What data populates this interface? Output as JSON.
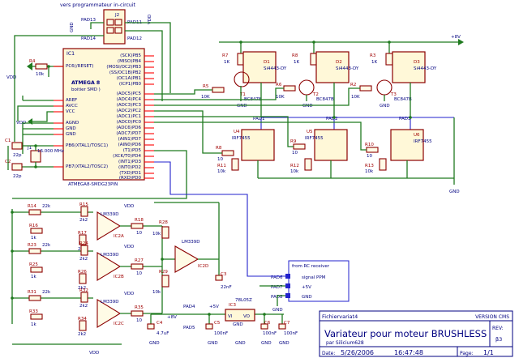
{
  "connector_top": {
    "title": "vers programmateur in-circuit",
    "ref": "J2",
    "pad_a": "PAD13",
    "pad_b": "PAD14",
    "pin_labels": [
      "PAD11",
      "PAD12"
    ]
  },
  "power": {
    "vdd": "VDD",
    "gnd": "GND",
    "vplus": "+8V",
    "v5": "+5V"
  },
  "mcu": {
    "ref": "IC1",
    "name": "ATMEGA 8",
    "subtitle": "boitier SMD )",
    "part": "ATMEGA8-SMDG23PIN",
    "left_pins": [
      "PC6(/RESET)",
      "AREF",
      "AVCC",
      "VCC",
      "AGND",
      "GND",
      "GND",
      "PB6(XTAL1/TOSC1)",
      "PB7(XTAL2/TOSC2)"
    ],
    "right_pins": [
      "(SCK)PB5",
      "(MISO)PB4",
      "(MOSI/OC2)PB3",
      "(SS/OC1B)PB2",
      "(OC1A)PB1",
      "(ICP1)PB0",
      "(ADC5)PC5",
      "(ADC4)PC4",
      "(ADC3)PC3",
      "(ADC2)PC2",
      "(ADC1)PC1",
      "(ADC0)PC0",
      "(ADC6)PD6",
      "(ADC7)PD7",
      "(AIN1)PD7",
      "(AIN0)PD6",
      "(T1)PD5",
      "(XCK/T0)PD4",
      "(INT1)PD3",
      "(INT0)PD2",
      "(TXD)PD1",
      "(RXD)PD0"
    ]
  },
  "crystal": {
    "ref": "J1",
    "value": "16.000 MHz",
    "caps": [
      "C1",
      "C2"
    ],
    "cap_value": "22p"
  },
  "reset": {
    "ref": "R4",
    "value": "10k"
  },
  "pmos_row": [
    {
      "ref": "D1",
      "part": "Si4443-DY",
      "r_pull": "R7",
      "r_pull_val": "1K",
      "r_base": "R5",
      "r_base_val": "10K",
      "bjt": "T1",
      "bjt_part": "BC847B"
    },
    {
      "ref": "D2",
      "part": "Si4443-DY",
      "r_pull": "R8",
      "r_pull_val": "1K",
      "r_base": "R6",
      "r_base_val": "10K",
      "bjt": "T2",
      "bjt_part": "BC847B"
    },
    {
      "ref": "D3",
      "part": "Si4443-DY",
      "r_pull": "R3",
      "r_pull_val": "1K",
      "r_base": "R2",
      "r_base_val": "10K",
      "bjt": "T3",
      "bjt_part": "BC847B"
    }
  ],
  "nmos_row": [
    {
      "ref": "U4",
      "part": "IRF7455",
      "pad": "PAD1",
      "r_gate": "R8",
      "r_gate_val": "10",
      "r_pd": "R11",
      "r_pd_val": "10k"
    },
    {
      "ref": "U5",
      "part": "IRF7455",
      "pad": "PAD2",
      "r_gate": "R9",
      "r_gate_val": "10",
      "r_pd": "R12",
      "r_pd_val": "10k"
    },
    {
      "ref": "U6",
      "part": "IRF7455",
      "pad": "PAD3",
      "r_gate": "R10",
      "r_gate_val": "10",
      "r_pd": "R13",
      "r_pd_val": "10k"
    }
  ],
  "comparators": [
    {
      "ref": "IC2A",
      "part": "LM339D",
      "r_top": "R14",
      "r_top_val": "22k",
      "r_mid": "R15",
      "r_mid_val": "2k2",
      "r_bot": "R16",
      "r_bot_val": "1k",
      "r_fb": "R17",
      "r_fb_val": "2k2",
      "r_out": "R18",
      "r_out_val": "10"
    },
    {
      "ref": "IC2B",
      "part": "LM339D",
      "r_top": "R23",
      "r_top_val": "22k",
      "r_mid": "R24",
      "r_mid_val": "2k2",
      "r_bot": "R25",
      "r_bot_val": "1k",
      "r_fb": "R26",
      "r_fb_val": "2k2",
      "r_out": "R27",
      "r_out_val": "10"
    },
    {
      "ref": "IC2C",
      "part": "LM339D",
      "r_top": "R31",
      "r_top_val": "22k",
      "r_mid": "R32",
      "r_mid_val": "2k2",
      "r_bot": "R33",
      "r_bot_val": "1k",
      "r_fb": "R34",
      "r_fb_val": "2k2",
      "r_out": "R35",
      "r_out_val": "10"
    }
  ],
  "ic2d": {
    "ref": "IC2D",
    "part": "LM339D",
    "cap": "C3",
    "cap_val": "22nF",
    "r_a": "R28",
    "r_a_val": "10k",
    "r_b": "R29",
    "r_b_val": "10k"
  },
  "regulator": {
    "ref": "IC3",
    "part": "78L05Z",
    "in_label": "VI",
    "out_label": "VO",
    "gnd_label": "GND",
    "pads": [
      "PAD4",
      "PAD5"
    ],
    "caps": [
      {
        "ref": "C4",
        "val": "4.7uF"
      },
      {
        "ref": "C5",
        "val": "100nF"
      },
      {
        "ref": "C6",
        "val": "100nF"
      },
      {
        "ref": "C7",
        "val": "100nF"
      }
    ]
  },
  "rc_box": {
    "title": "from RC receiver",
    "lines": [
      "signal PPM",
      "+5V",
      "GND"
    ],
    "pads": [
      "PAD6",
      "PAD7",
      "PAD8"
    ]
  },
  "title_block": {
    "file": "Fichiervariat4",
    "version": "VERSION CMS",
    "title": "Variateur pour moteur BRUSHLESS",
    "author": "par Silicium628",
    "rev_label": "REV:",
    "rev": "β3",
    "date_label": "Date:",
    "date": "5/26/2006",
    "time": "16:47:48",
    "page_label": "Page:",
    "page": "1/1"
  }
}
